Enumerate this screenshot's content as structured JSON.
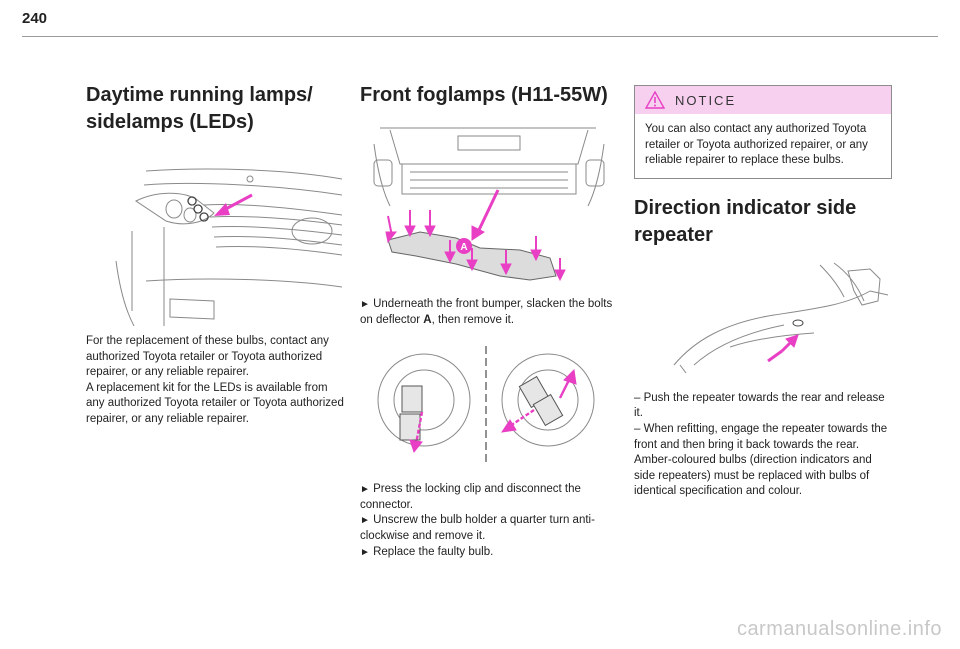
{
  "page": {
    "number": "240"
  },
  "section1": {
    "title_line1": "Daytime running lamps/",
    "title_line2": "sidelamps (LEDs)",
    "para1": "For the replacement of these bulbs, contact any authorized Toyota retailer or Toyota authorized repairer, or any reliable repairer.",
    "para2": "A replacement kit for the LEDs is available from any authorized Toyota retailer or Toyota authorized repairer, or any reliable repairer."
  },
  "section2": {
    "title": "Front foglamps (H11-55W)",
    "figure_label": "A",
    "step1_pre": "Underneath the front bumper, slacken the bolts on deflector ",
    "step1_bold": "A",
    "step1_post": ", then remove it.",
    "steps": [
      "Press the locking clip and disconnect the connector.",
      "Unscrew the bulb holder a quarter turn anti-clockwise and remove it.",
      "Replace the faulty bulb."
    ],
    "bullet": "►"
  },
  "notice": {
    "icon": "warning-triangle-icon",
    "title": "NOTICE",
    "text": "You can also contact any authorized Toyota retailer or Toyota authorized repairer, or any reliable repairer to replace these bulbs."
  },
  "section3": {
    "title_line1": "Direction indicator side",
    "title_line2": "repeater",
    "dash": "–",
    "items": [
      "Push the repeater towards the rear and release it.",
      "When refitting, engage the repeater towards the front and then bring it back towards the rear."
    ],
    "note": "Amber-coloured bulbs (direction indicators and side repeaters) must be replaced with bulbs of identical specification and colour."
  },
  "watermark": "carmanualsonline.info",
  "colors": {
    "accent": "#e83fc4",
    "notice_bg": "#f7d0f0"
  }
}
